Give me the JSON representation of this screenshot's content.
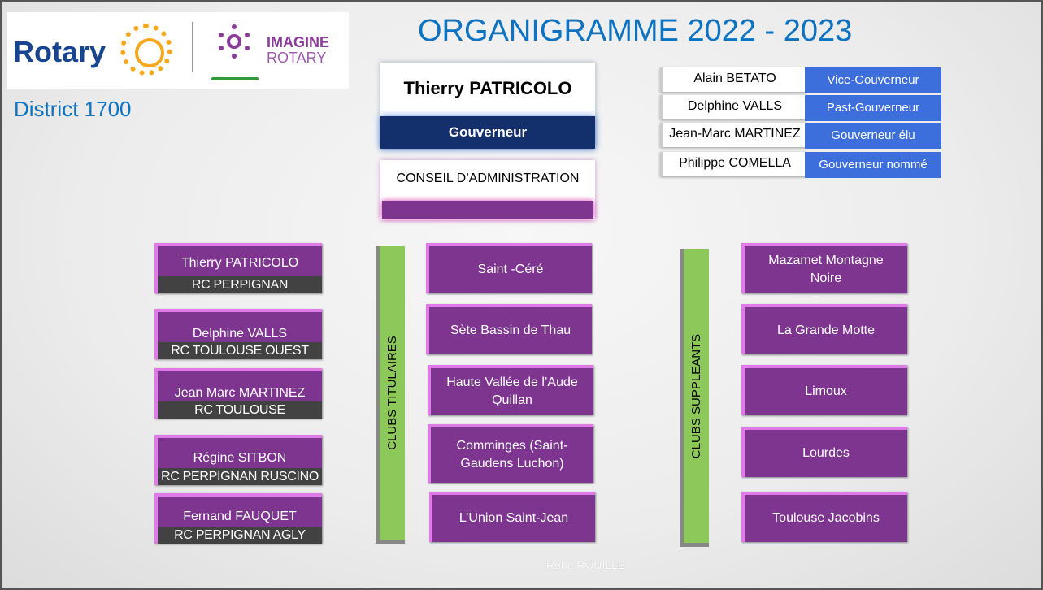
{
  "logo": {
    "rotary": "Rotary",
    "imagine": "IMAGINE",
    "imagine_rotary": "ROTARY"
  },
  "district": "District 1700",
  "title": "ORGANIGRAMME 2022 - 2023",
  "governor": {
    "name": "Thierry PATRICOLO",
    "role": "Gouverneur"
  },
  "council": "CONSEIL D’ADMINISTRATION",
  "officers": [
    {
      "name": "Alain BETATO",
      "role": "Vice-Gouverneur"
    },
    {
      "name": "Delphine VALLS",
      "role": "Past-Gouverneur"
    },
    {
      "name": "Jean-Marc MARTINEZ",
      "role": "Gouverneur élu"
    },
    {
      "name": "Philippe COMELLA",
      "role": "Gouverneur  nommé"
    }
  ],
  "members": [
    {
      "name": "Thierry PATRICOLO",
      "club": "RC PERPIGNAN"
    },
    {
      "name": "Delphine VALLS",
      "club": "RC TOULOUSE OUEST"
    },
    {
      "name": "Jean Marc MARTINEZ",
      "club": "RC TOULOUSE"
    },
    {
      "name": "Régine SITBON",
      "club": "RC PERPIGNAN RUSCINO"
    },
    {
      "name": "Fernand FAUQUET",
      "club": "RC PERPIGNAN AGLY"
    }
  ],
  "titulaires_label": "CLUBS  TITULAIRES",
  "titulaires": [
    "Saint -Céré",
    "Sète Bassin de Thau",
    "Haute Vallée de l’Aude Quillan",
    "Comminges (Saint-Gaudens Luchon)",
    "L’Union Saint-Jean"
  ],
  "suppleants_label": "CLUBS  SUPPLEANTS",
  "suppleants": [
    "Mazamet Montagne Noire",
    "La Grande Motte",
    "Limoux",
    "Lourdes",
    "Toulouse Jacobins"
  ],
  "footer": "René ROUILLE"
}
